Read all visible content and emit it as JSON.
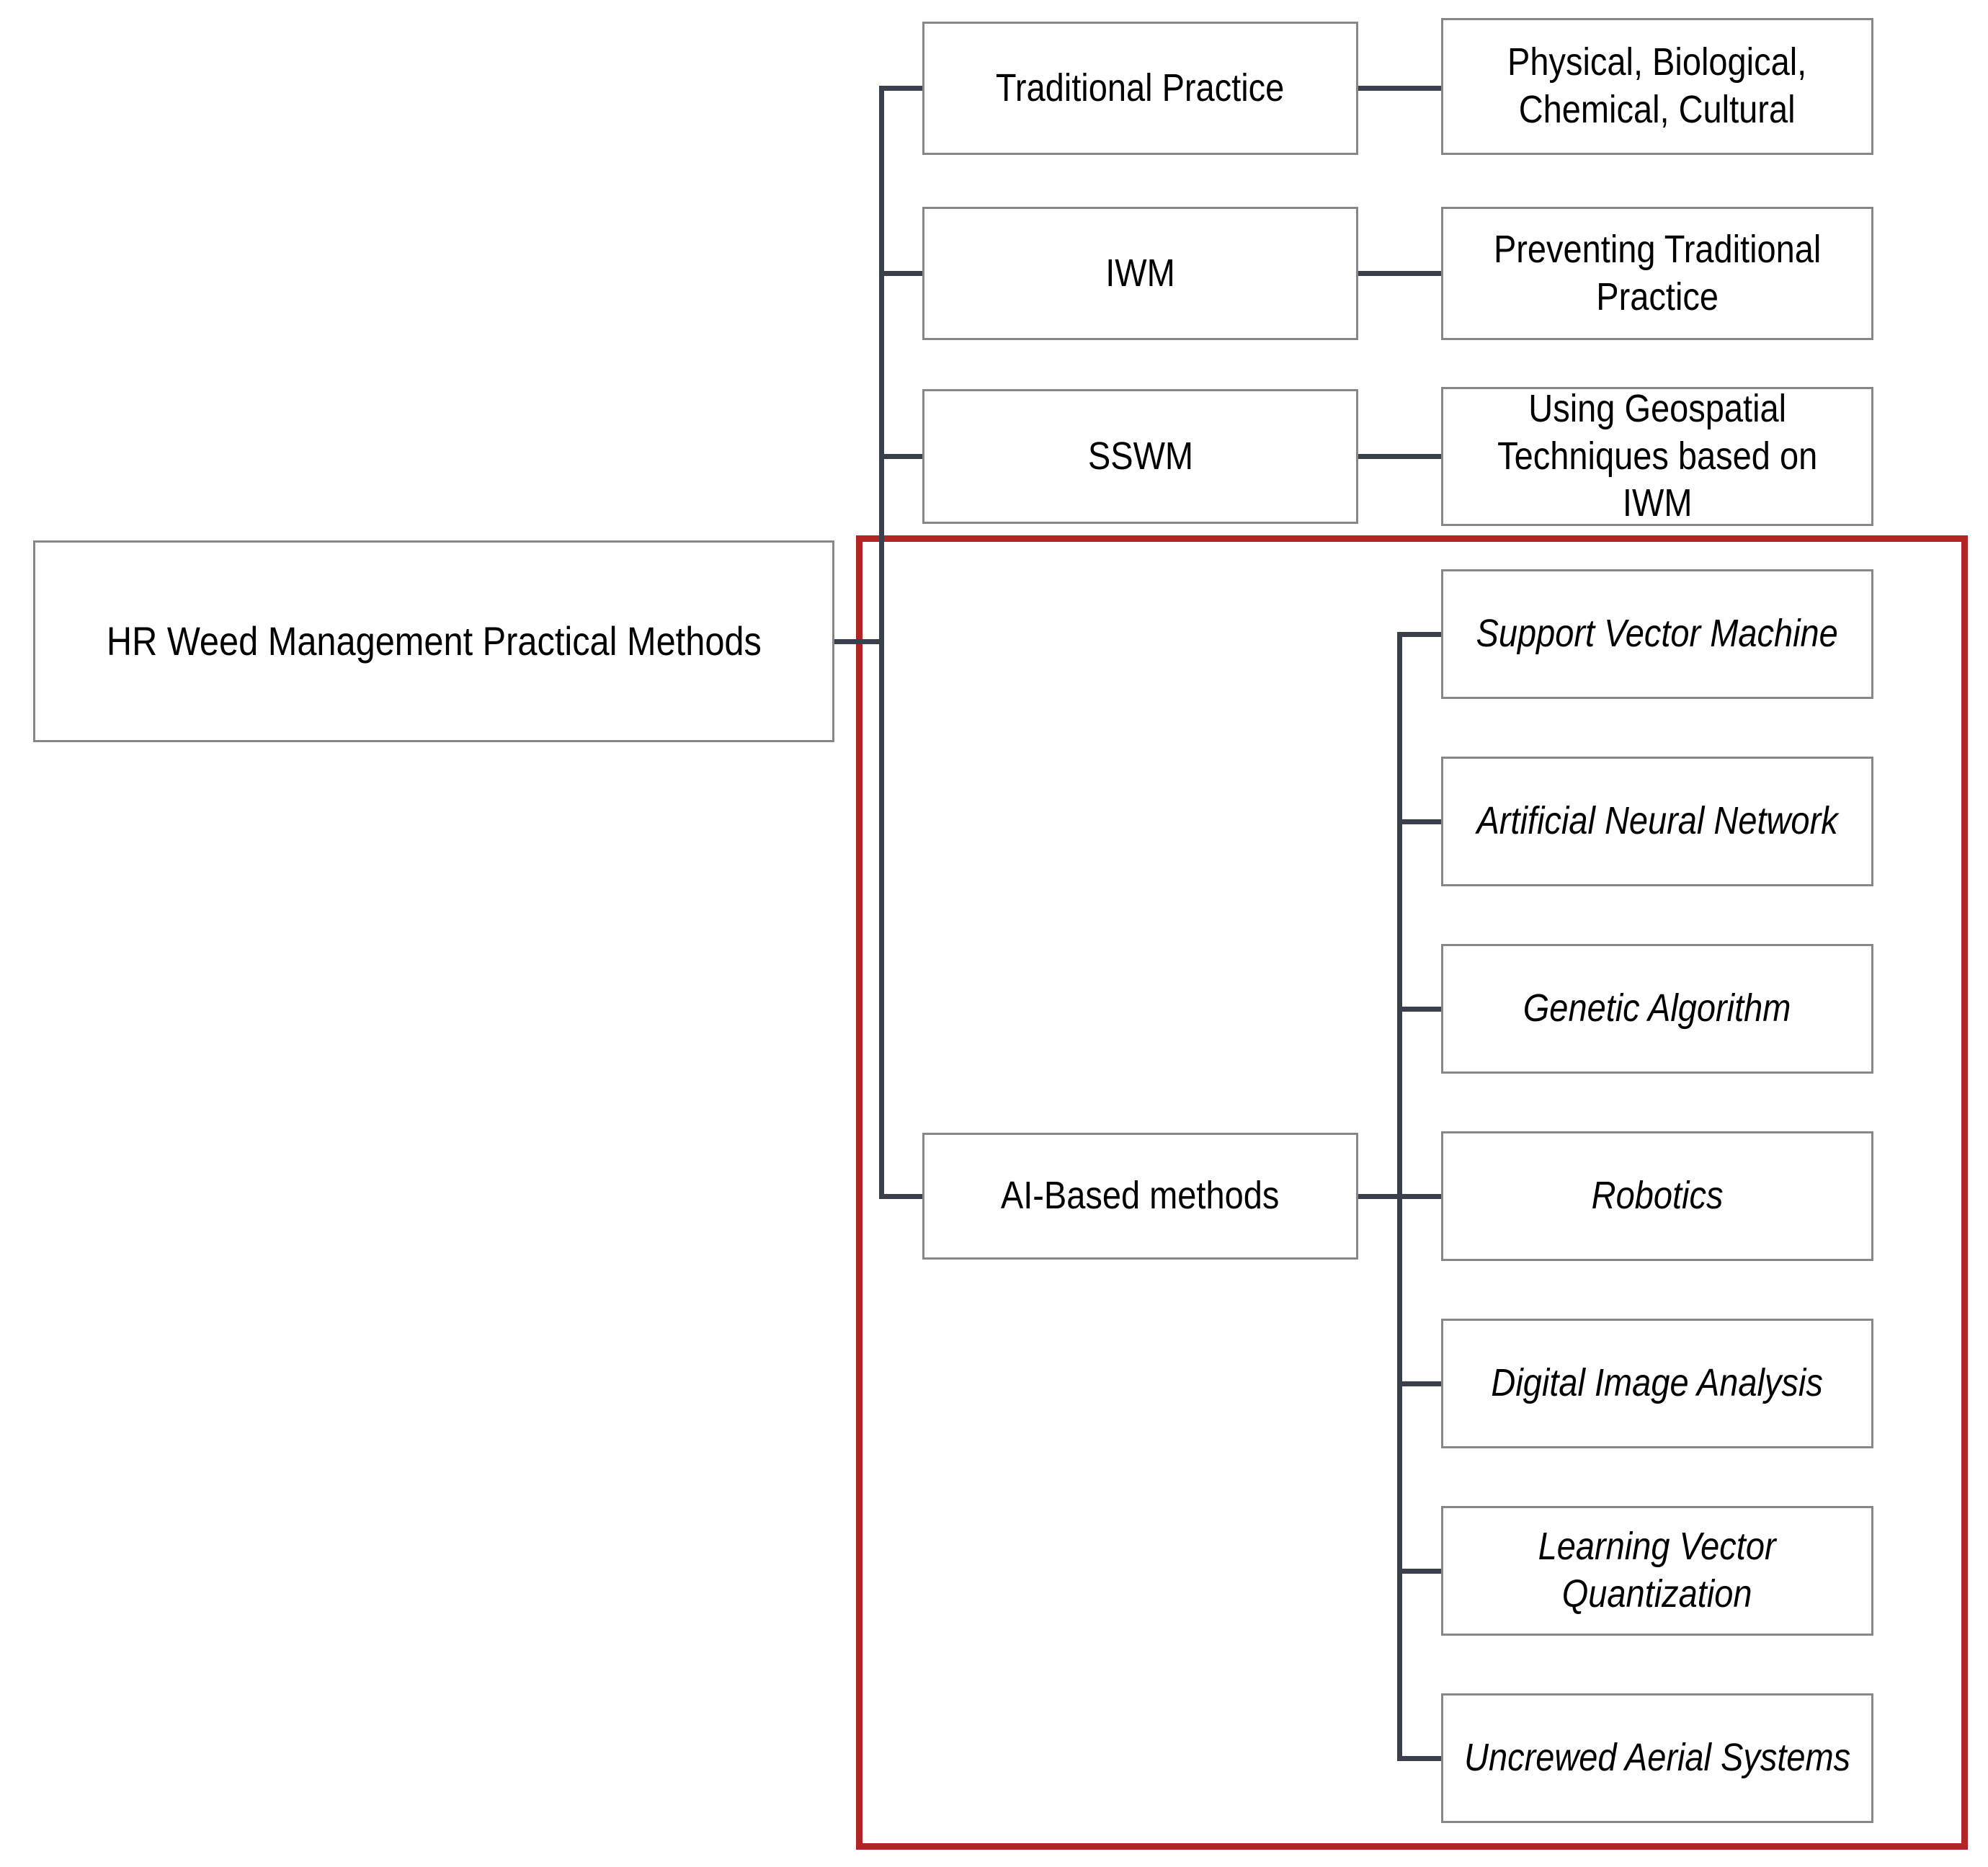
{
  "colors": {
    "background": "#ffffff",
    "box_border": "#878787",
    "connector": "#39404c",
    "highlight_rectangle": "#b22525",
    "text": "#000000"
  },
  "nodes": {
    "root": "HR Weed Management Practical Methods",
    "traditional": "Traditional Practice",
    "traditional_child": "Physical, Biological,\nChemical, Cultural",
    "iwm": "IWM",
    "iwm_child": "Preventing Traditional\nPractice",
    "sswm": "SSWM",
    "sswm_child": "Using Geospatial\nTechniques based on\nIWM",
    "ai": "AI-Based methods",
    "ai_children": {
      "svm": "Support Vector Machine",
      "ann": "Artificial Neural Network",
      "ga": "Genetic Algorithm",
      "robotics": "Robotics",
      "dia": "Digital Image Analysis",
      "lvq": "Learning Vector\nQuantization",
      "uas": "Uncrewed Aerial Systems"
    }
  }
}
